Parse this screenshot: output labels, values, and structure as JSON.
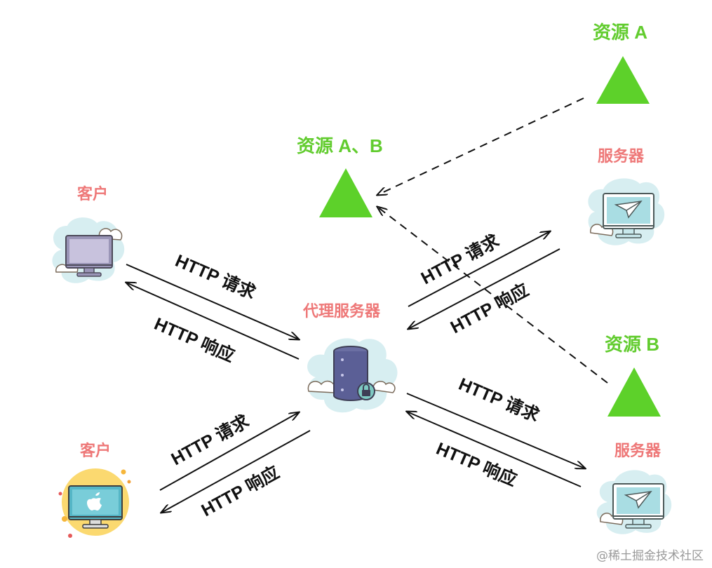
{
  "labels": {
    "client_top": "客户",
    "client_bottom": "客户",
    "proxy": "代理服务器",
    "server_top": "服务器",
    "server_bottom": "服务器",
    "resource_a": "资源 A",
    "resource_ab": "资源 A、B",
    "resource_b": "资源 B"
  },
  "arrows": {
    "top_left_request": "HTTP 请求",
    "top_left_response": "HTTP 响应",
    "bottom_left_request": "HTTP 请求",
    "bottom_left_response": "HTTP 响应",
    "top_right_request": "HTTP 请求",
    "top_right_response": "HTTP 响应",
    "bottom_right_request": "HTTP 请求",
    "bottom_right_response": "HTTP 响应"
  },
  "watermark": "@稀土掘金技术社区",
  "colors": {
    "resource_green": "#5dd12a",
    "label_red": "#ee7878",
    "cloud_blue": "#d7eef1"
  }
}
